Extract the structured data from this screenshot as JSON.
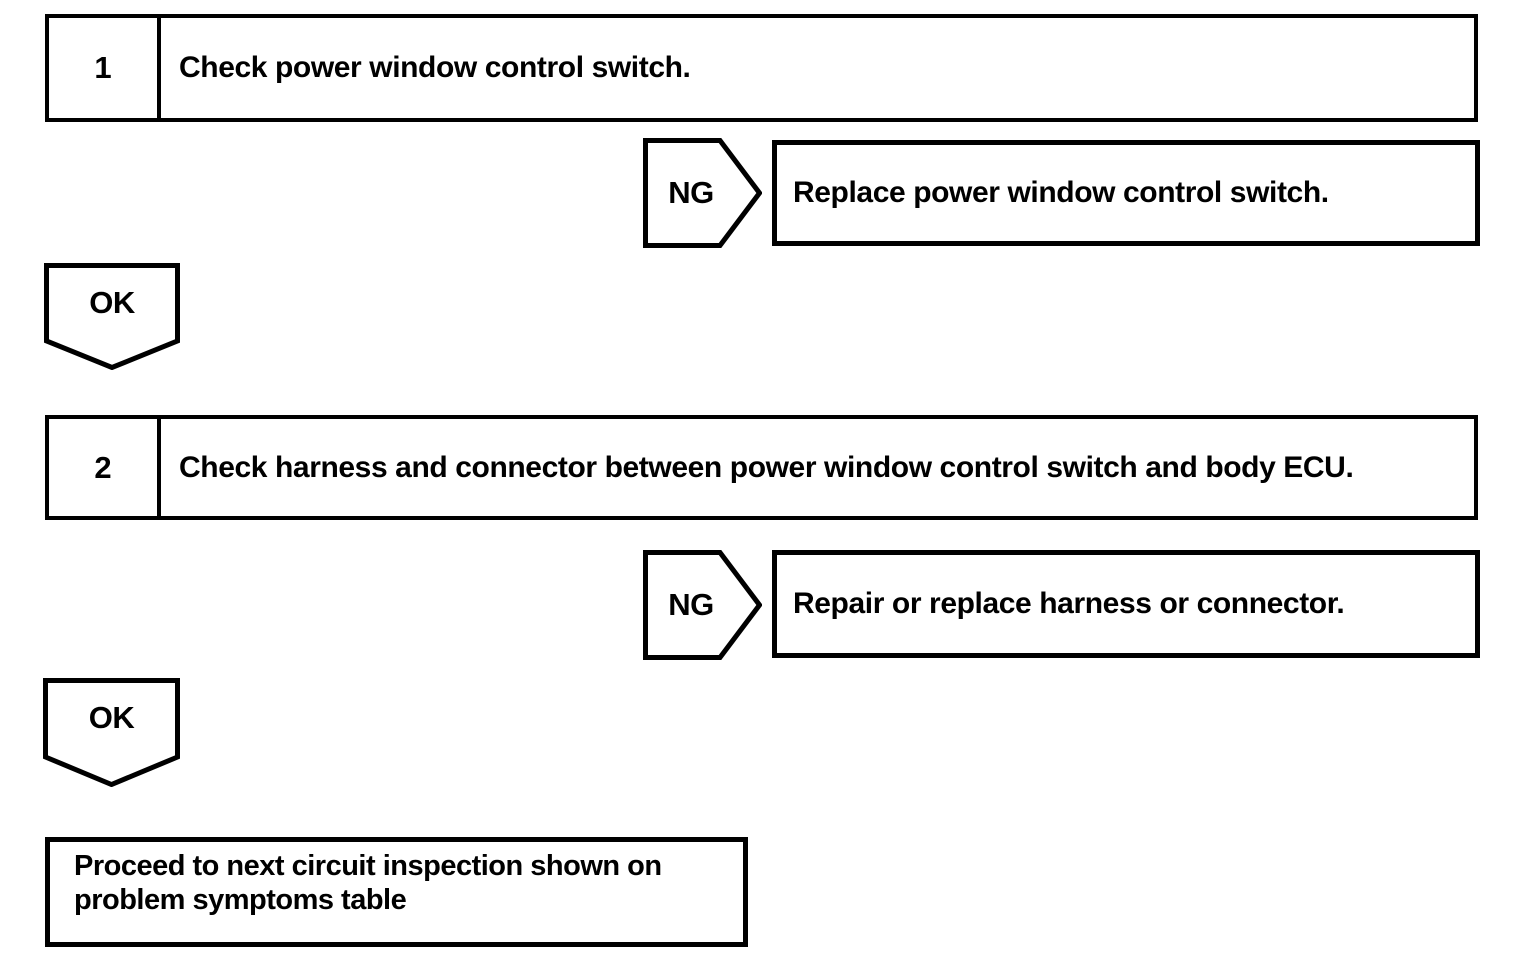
{
  "colors": {
    "ink": "#000000",
    "paper": "#ffffff"
  },
  "flowchart": {
    "steps": [
      {
        "number": "1",
        "instruction": "Check power window control switch.",
        "ng_label": "NG",
        "ng_action": "Replace power window control switch.",
        "ok_label": "OK"
      },
      {
        "number": "2",
        "instruction": "Check harness and connector between power window control switch and body ECU.",
        "ng_label": "NG",
        "ng_action": "Repair or replace harness or connector.",
        "ok_label": "OK"
      }
    ],
    "terminal_action": "Proceed to next circuit inspection shown on problem symptoms table"
  }
}
